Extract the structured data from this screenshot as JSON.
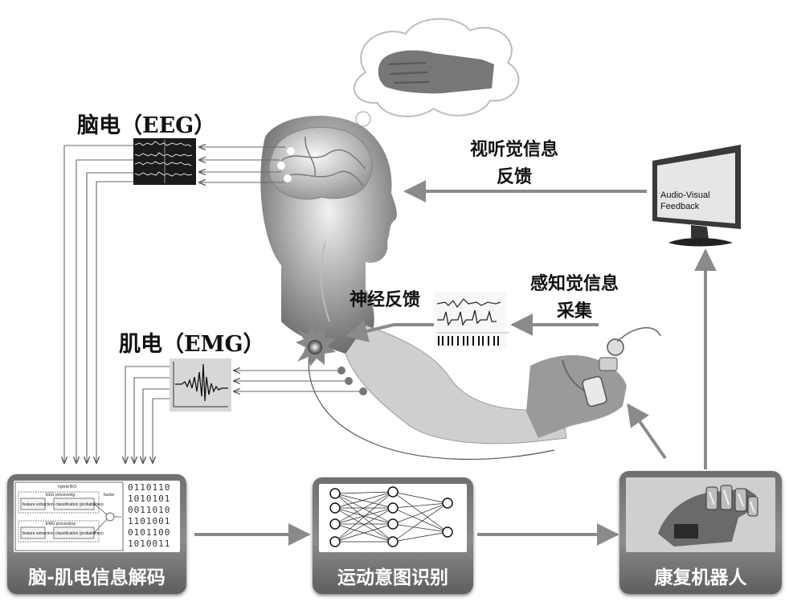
{
  "labels": {
    "eeg": "脑电（EEG）",
    "emg": "肌电（EMG）",
    "av_feedback": [
      "视听觉信息",
      "反馈"
    ],
    "neural_feedback": "神经反馈",
    "sensory_collect": [
      "感知觉信息",
      "采集"
    ]
  },
  "monitor_text": [
    "Audio-Visual",
    "Feedback"
  ],
  "boxes": {
    "decode": "脑-肌电信息解码",
    "intent": "运动意图识别",
    "robot": "康复机器人"
  },
  "bci_inner": {
    "title": "hybrid BCI",
    "lane_top": "EEG processing",
    "lane_bottom": "EMG processing",
    "feature": "feature extraction",
    "classification": "classification (probabilities)",
    "fusion": "fusion"
  },
  "binary_digits": [
    "0110110",
    "1010101",
    "0011010",
    "1101001",
    "0101100",
    "1010011"
  ]
}
